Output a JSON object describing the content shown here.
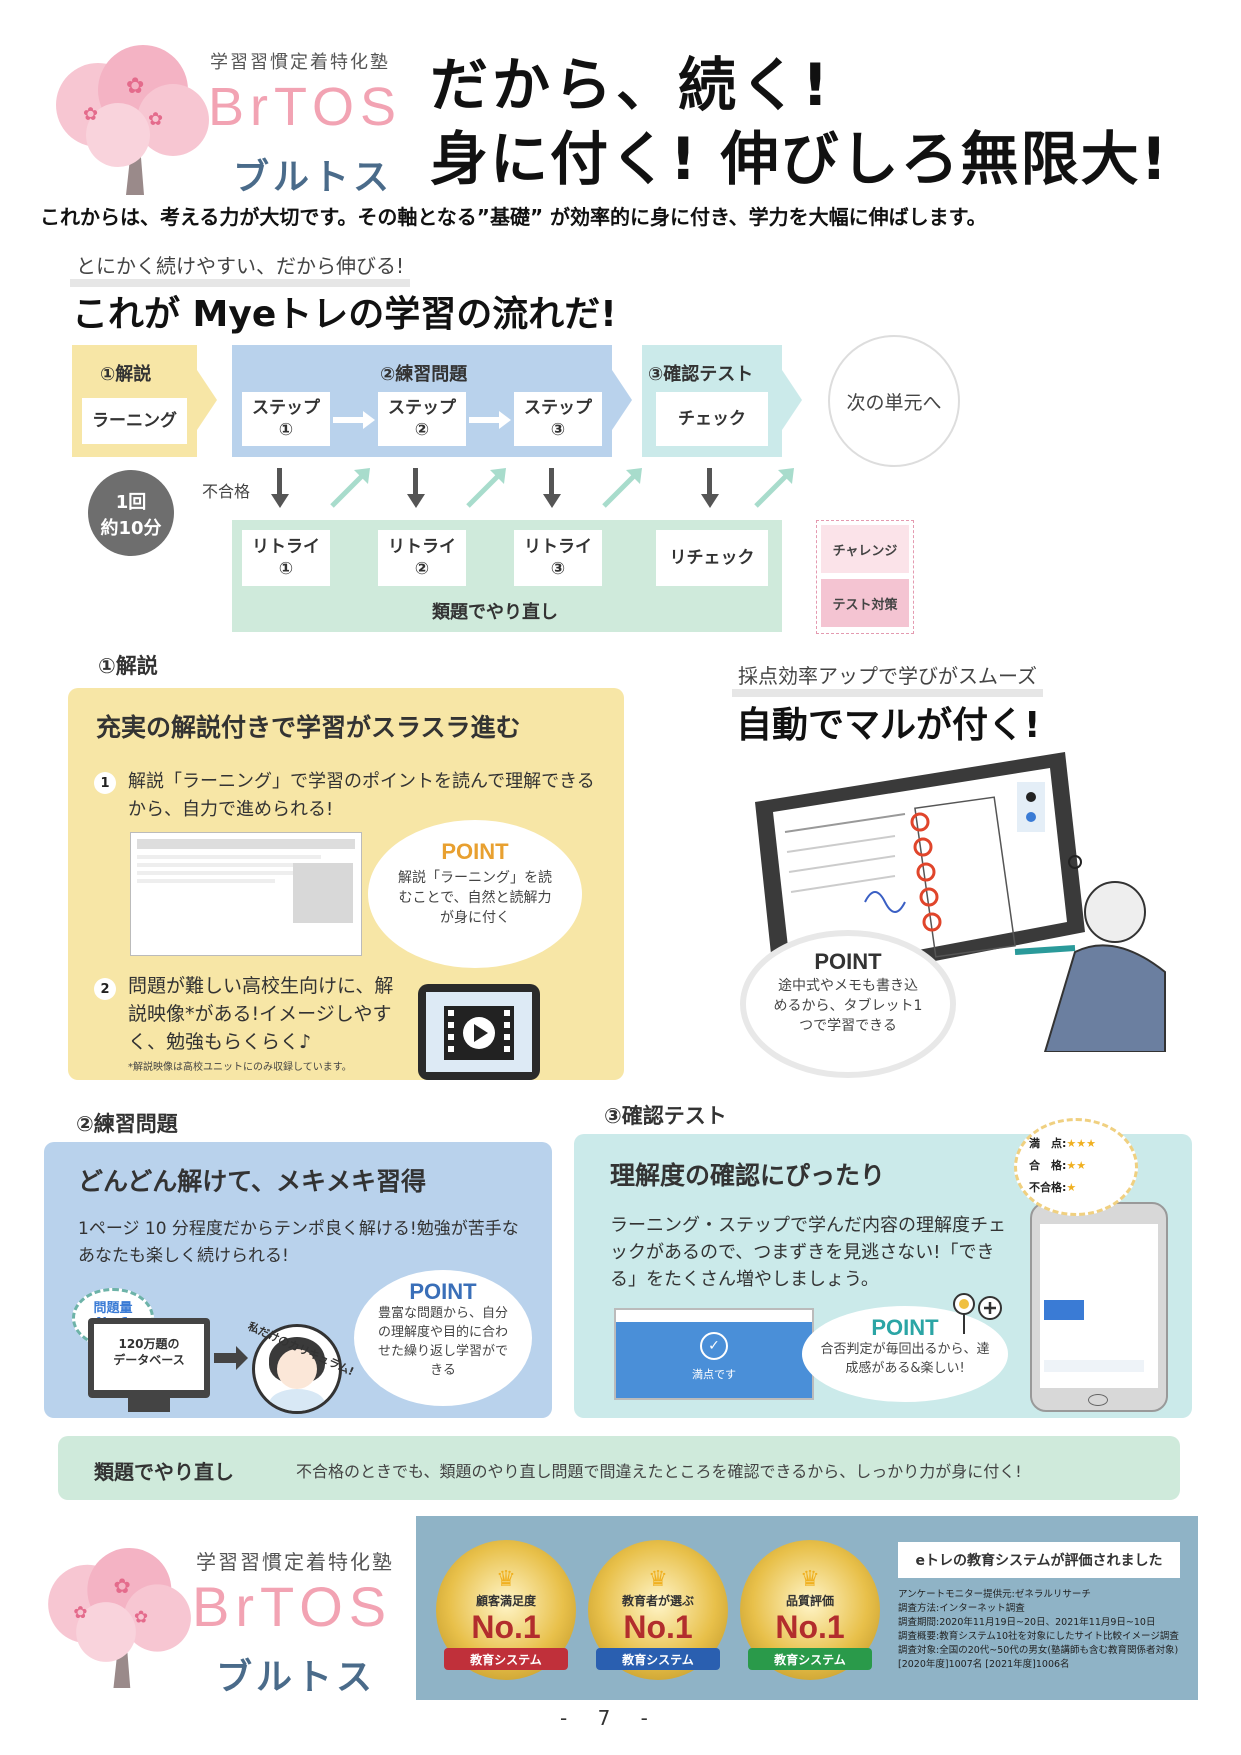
{
  "header": {
    "logo_tagline": "学習習慣定着特化塾",
    "logo_brand": "BrTOS",
    "logo_kana": "ブルトス",
    "headline_line1": "だから、続く!",
    "headline_line2": "身に付く! 伸びしろ無限大!",
    "subline": "これからは、考える力が大切です。その軸となる”基礎” が効率的に身に付き、学力を大幅に伸ばします。"
  },
  "flow": {
    "eyebrow": "とにかく続けやすい、だから伸びる!",
    "title": "これが Myeトレの学習の流れだ!",
    "stage1_label": "①解説",
    "stage1_box": "ラーニング",
    "stage2_label": "②練習問題",
    "steps": [
      "ステップ\n①",
      "ステップ\n②",
      "ステップ\n③"
    ],
    "stage3_label": "③確認テスト",
    "stage3_box": "チェック",
    "next_unit": "次の単元へ",
    "time_line1": "1回",
    "time_line2": "約10分",
    "fail_label": "不合格",
    "retries": [
      "リトライ\n①",
      "リトライ\n②",
      "リトライ\n③"
    ],
    "recheck": "リチェック",
    "retry_label": "類題でやり直し",
    "challenge": "チャレンジ",
    "test_prep": "テスト対策"
  },
  "section1": {
    "label": "①解説",
    "title": "充実の解説付きで学習がスラスラ進む",
    "item1": "解説「ラーニング」で学習のポイントを読んで理解できるから、自力で進められる!",
    "point_title": "POINT",
    "point_text": "解説「ラーニング」を読むことで、自然と読解力が身に付く",
    "item2": "問題が難しい高校生向けに、解説映像*がある!イメージしやすく、勉強もらくらく♪",
    "note": "*解説映像は高校ユニットにのみ収録しています。"
  },
  "auto": {
    "eyebrow": "採点効率アップで学びがスムーズ",
    "title": "自動でマルが付く!",
    "point_title": "POINT",
    "point_text": "途中式やメモも書き込めるから、タブレット1つで学習できる"
  },
  "section2": {
    "label": "②練習問題",
    "title": "どんどん解けて、メキメキ習得",
    "desc": "1ページ 10 分程度だからテンポ良く解ける!勉強が苦手なあなたも楽しく続けられる!",
    "badge_line1": "問題量",
    "badge_line2": "No.1",
    "database": "120万題の\nデータベース",
    "curriculum": "私だけのカリキュラム!",
    "point_title": "POINT",
    "point_text": "豊富な問題から、自分の理解度や目的に合わせた繰り返し学習ができる"
  },
  "section3": {
    "label": "③確認テスト",
    "title": "理解度の確認にぴったり",
    "desc": "ラーニング・ステップで学んだ内容の理解度チェックがあるので、つまずきを見逃さない!「できる」をたくさん増やしましょう。",
    "screen_text": "満点です",
    "point_title": "POINT",
    "point_text": "合否判定が毎回出るから、達成感がある&楽しい!",
    "rating": [
      {
        "label": "満　点:",
        "stars": "★★★"
      },
      {
        "label": "合　格:",
        "stars": "★★"
      },
      {
        "label": "不合格:",
        "stars": "★"
      }
    ]
  },
  "retry_bar": {
    "label": "類題でやり直し",
    "text": "不合格のときでも、類題のやり直し問題で間違えたところを確認できるから、しっかり力が身に付く!"
  },
  "awards": {
    "badges": [
      {
        "top": "顧客満足度",
        "no": "No.1",
        "ribbon": "教育システム"
      },
      {
        "top": "教育者が選ぶ",
        "no": "No.1",
        "ribbon": "教育システム"
      },
      {
        "top": "品質評価",
        "no": "No.1",
        "ribbon": "教育システム"
      }
    ],
    "heading": "eトレの教育システムが評価されました",
    "lines": [
      "アンケートモニター提供元:ゼネラルリサーチ",
      "調査方法:インターネット調査",
      "調査期間:2020年11月19日~20日、2021年11月9日~10日",
      "調査概要:教育システム10社を対象にしたサイト比較イメージ調査",
      "調査対象:全国の20代~50代の男女(塾講師も含む教育関係者対象)",
      "[2020年度]1007名 [2021年度]1006名"
    ]
  },
  "footer": {
    "page": "- 7 -"
  },
  "colors": {
    "yellow": "#f7e6a6",
    "blue": "#b9d2ec",
    "teal": "#cbeaea",
    "green": "#cfeadb",
    "pink": "#f2a3b3"
  }
}
